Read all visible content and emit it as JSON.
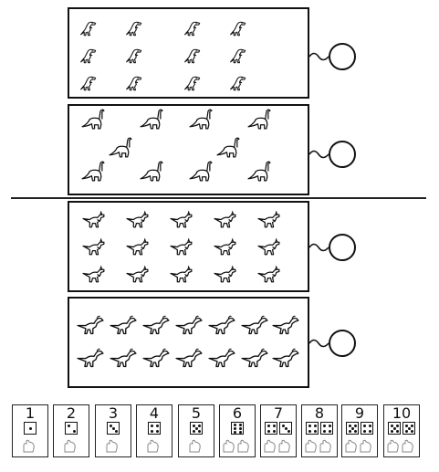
{
  "number_cards": [
    {
      "label": "1",
      "count": 1
    },
    {
      "label": "2",
      "count": 2
    },
    {
      "label": "3",
      "count": 3
    },
    {
      "label": "4",
      "count": 4
    },
    {
      "label": "5",
      "count": 5
    },
    {
      "label": "6",
      "count": 6
    },
    {
      "label": "7",
      "count": 7
    },
    {
      "label": "8",
      "count": 8
    },
    {
      "label": "9",
      "count": 9
    },
    {
      "label": "10",
      "count": 10
    }
  ],
  "groups": [
    {
      "id": "trex",
      "icon": "t-rex-icon",
      "count": 12
    },
    {
      "id": "sauropod",
      "icon": "long-neck-dinosaur-icon",
      "count": 10
    },
    {
      "id": "raptor",
      "icon": "raptor-icon",
      "count": 15
    },
    {
      "id": "dilophosaurus",
      "icon": "crested-dinosaur-icon",
      "count": 14
    }
  ]
}
